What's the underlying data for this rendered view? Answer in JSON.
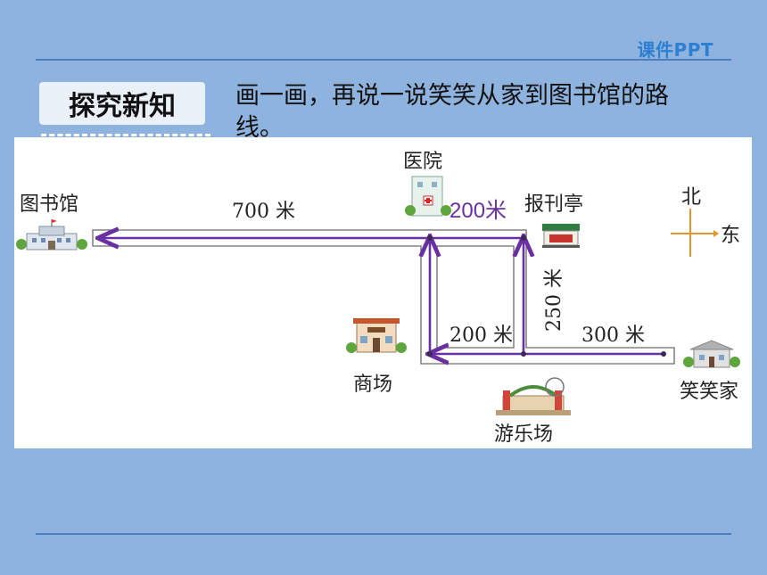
{
  "header": {
    "brand": "课件PPT"
  },
  "section": {
    "badge": "探究新知"
  },
  "prompt": {
    "text": "画一画，再说一说笑笑从家到图书馆的路线。"
  },
  "map": {
    "places": {
      "library": "图书馆",
      "hospital": "医院",
      "newsstand": "报刊亭",
      "mall": "商场",
      "park": "游乐场",
      "home": "笑笑家"
    },
    "compass": {
      "north": "北",
      "east": "东"
    },
    "distances": {
      "library_to_hospital": "700 米",
      "hospital_to_newsstand": "200米",
      "newsstand_to_park": "250 米",
      "mall_to_park": "200 米",
      "park_to_home": "300 米"
    },
    "colors": {
      "route": "#6a2fa0",
      "road": "#6a6a6a",
      "accent_label": "#6a2fa0"
    }
  }
}
